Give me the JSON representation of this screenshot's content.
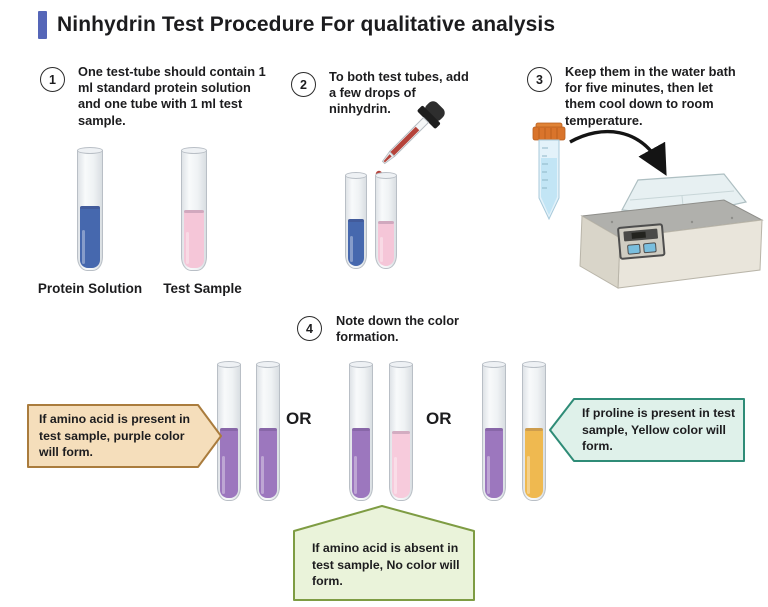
{
  "title": {
    "text": "Ninhydrin Test Procedure For qualitative analysis"
  },
  "steps": [
    {
      "number": "1",
      "text": "One test-tube should contain 1 ml standard protein solution and one tube with 1 ml test sample."
    },
    {
      "number": "2",
      "text": "To both test tubes, add a few drops of ninhydrin."
    },
    {
      "number": "3",
      "text": "Keep them in the water bath for five minutes, then let them cool down to room temperature."
    },
    {
      "number": "4",
      "text": "Note down the color formation."
    }
  ],
  "tube_labels": {
    "protein": "Protein Solution",
    "sample": "Test Sample"
  },
  "or_labels": [
    "OR",
    "OR"
  ],
  "callouts": {
    "purple": {
      "text": "If amino acid is present in test sample, purple color will form.",
      "fill": "#F5DEBB",
      "border": "#AA7C3D"
    },
    "no_color": {
      "text": "If amino acid is absent  in test sample, No color will form.",
      "fill": "#EAF3DA",
      "border": "#7E9C43"
    },
    "yellow": {
      "text": "If proline is present  in test sample, Yellow color will form.",
      "fill": "#DFF1EA",
      "border": "#2F8C77"
    }
  },
  "colors": {
    "accent": "#5566B8",
    "protein_solution_blue": "#4668AE",
    "test_sample_pink": "#F5C6D8",
    "purple_result": "#9C77BE",
    "no_color_pink": "#F7CBDC",
    "yellow_result": "#EFB950",
    "ninhydrin_red": "#B5433A"
  }
}
